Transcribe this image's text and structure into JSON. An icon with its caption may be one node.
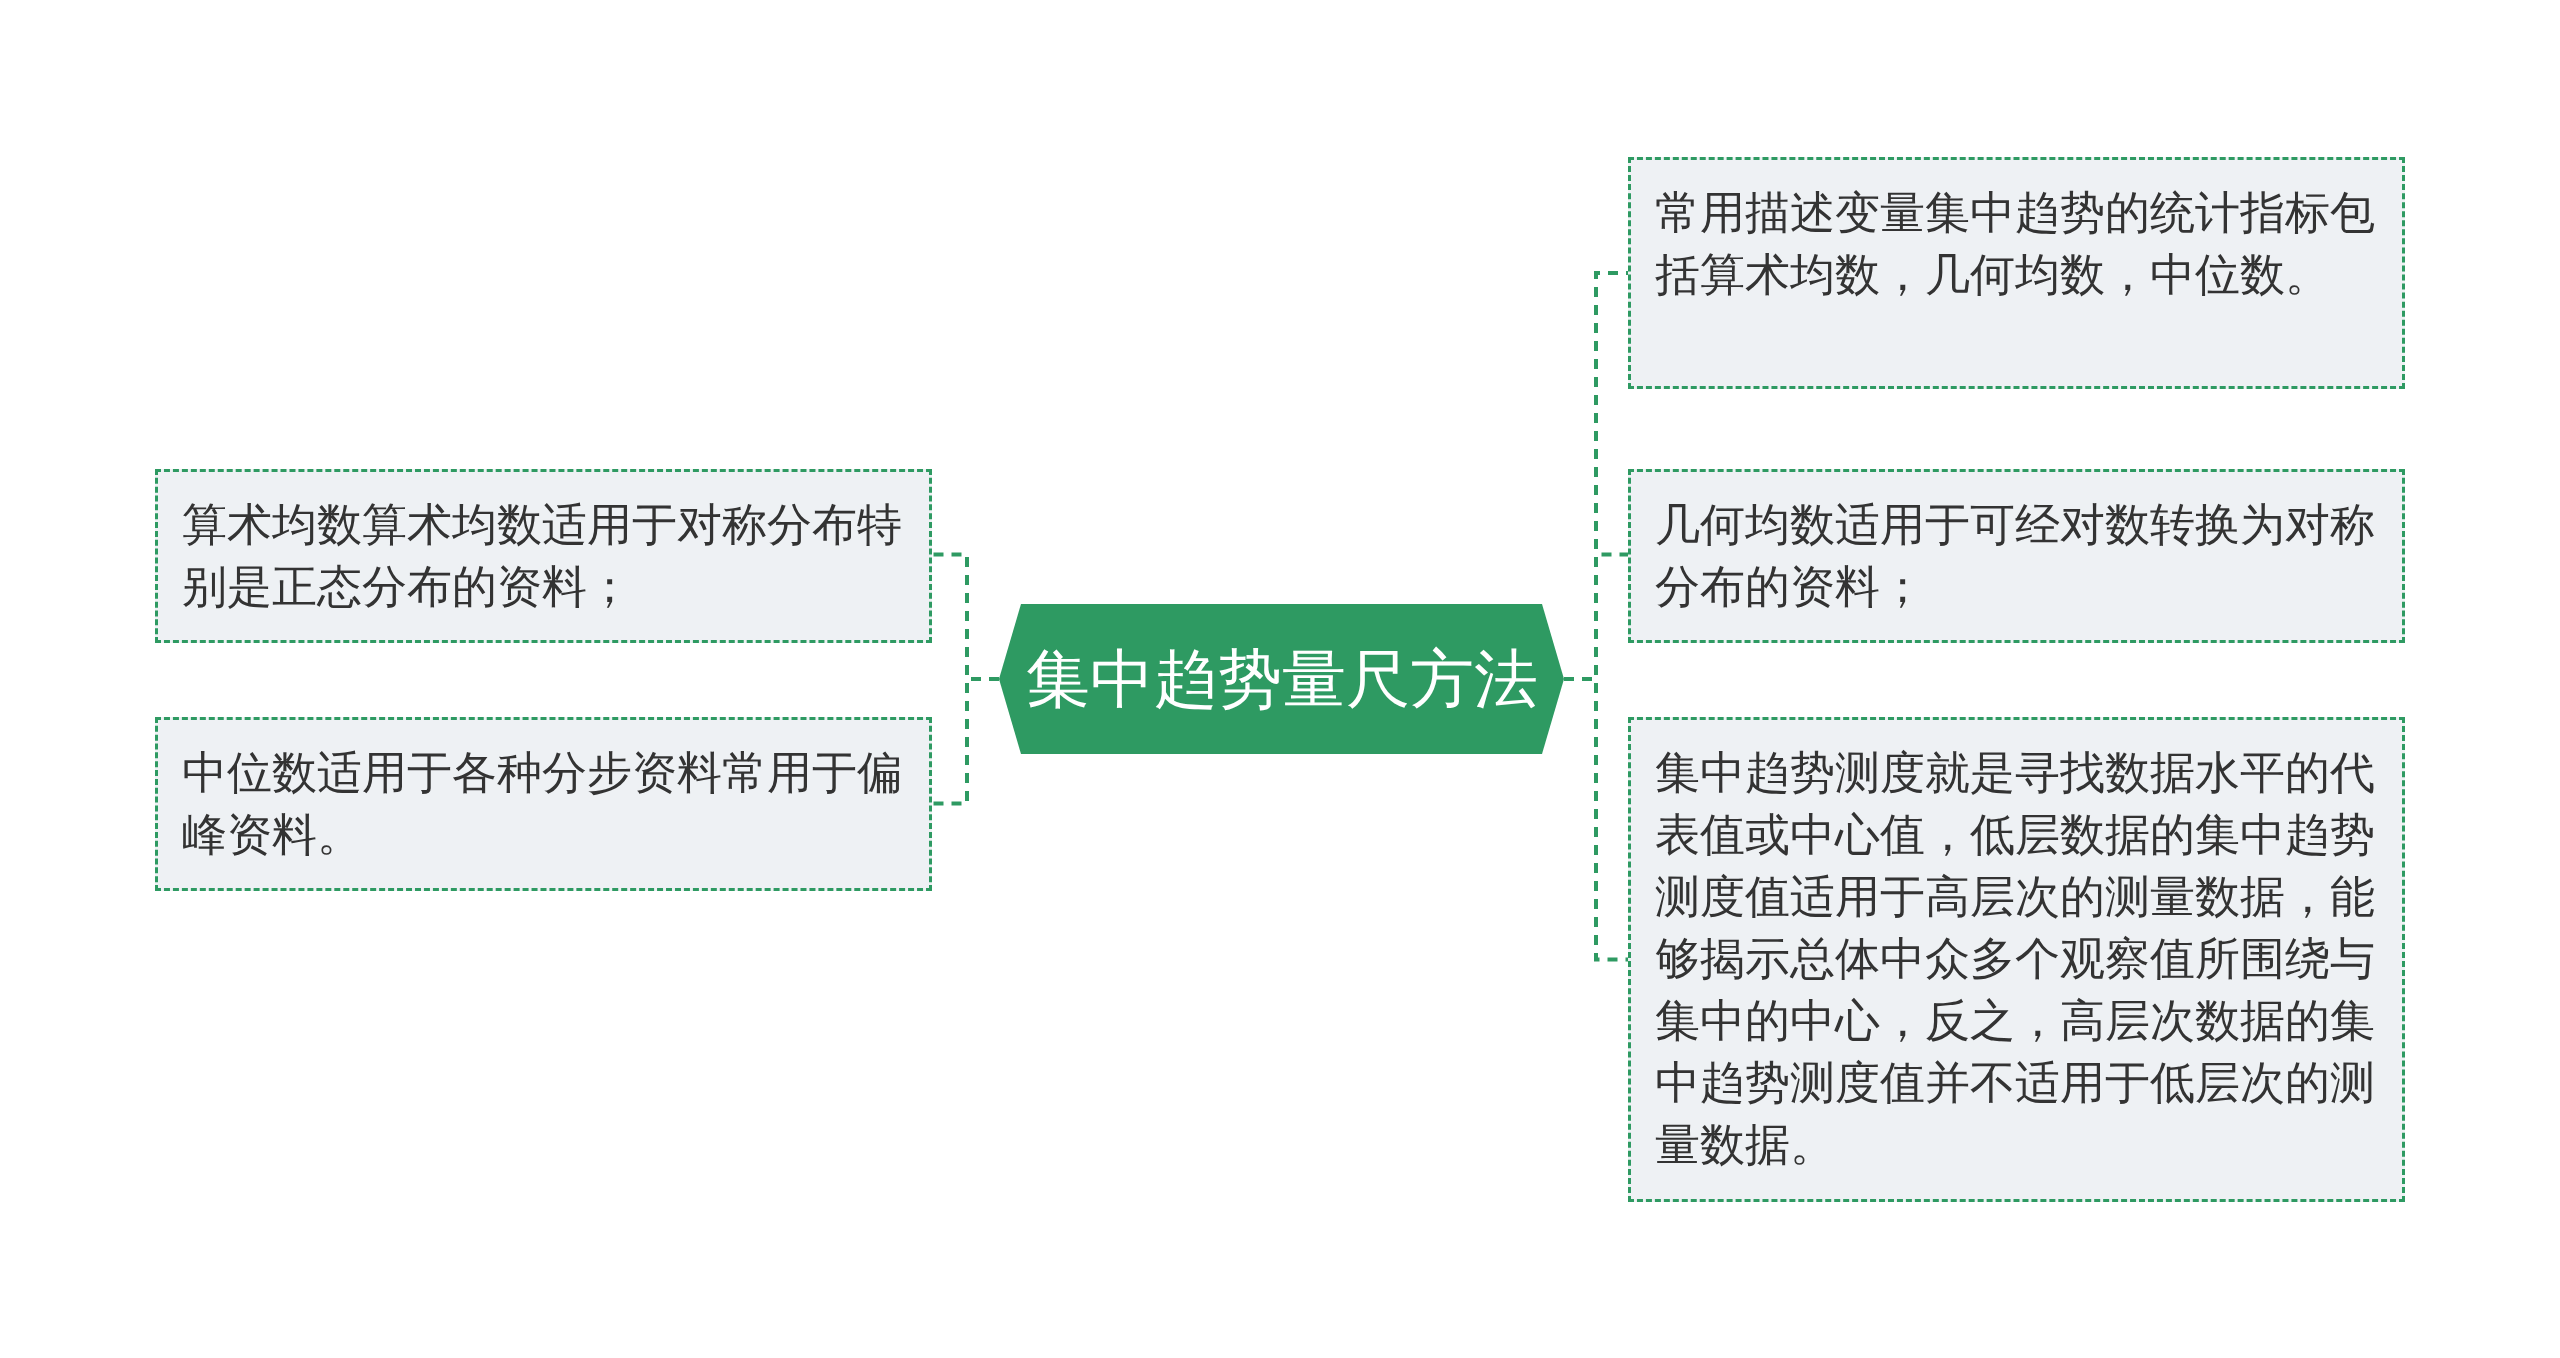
{
  "diagram": {
    "nodes": [
      {
        "text": [
          "集中趋势量尺方法"
        ]
      },
      {
        "text": [
          "算术均数算术均数适用于对称分布特别是正态分布的资料；"
        ]
      },
      {
        "text": [
          "中位数适用于各种分步资料常用于偏峰资料。"
        ]
      },
      {
        "text": [
          "常用描述变量集中趋势的统计指标包括算术均数，几何均数，中位数。"
        ]
      },
      {
        "text": [
          "几何均数适用于可经对数转换为对称分布的资料；"
        ]
      },
      {
        "text": [
          "集中趋势测度就是寻找数据水平的代表值或中心值，低层数据的集中趋势测度值适用于高层次的测量数据，能够揭示总体中众多个观察值所围绕与集中的中心，反之，高层次数据的集中趋势测度值并不适用于低层次的测量数据。"
        ]
      }
    ],
    "edges": [
      {
        "from": 0,
        "to": 1,
        "arrow": "none"
      },
      {
        "from": 0,
        "to": 2,
        "arrow": "none"
      },
      {
        "from": 0,
        "to": 3,
        "arrow": "none"
      },
      {
        "from": 0,
        "to": 4,
        "arrow": "none"
      },
      {
        "from": 0,
        "to": 5,
        "arrow": "none"
      }
    ]
  }
}
